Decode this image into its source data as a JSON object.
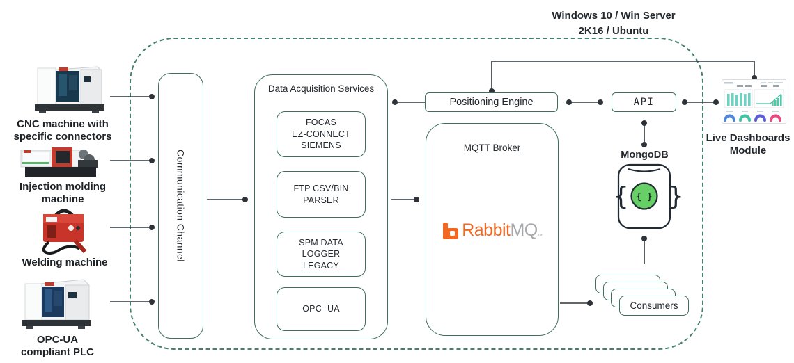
{
  "colors": {
    "accent": "#3e6f5b",
    "dash": "#44806a",
    "line": "#2d3338",
    "text": "#24292e",
    "rabbit_orange": "#f26822",
    "rabbit_gray": "#a7a9ac",
    "mongo_green": "#66d066",
    "bar_teal": "#6fd1c3"
  },
  "os_label": {
    "text": "Windows 10 / Win Server\n2K16 / Ubuntu"
  },
  "machines": [
    {
      "label": "CNC machine with\nspecific connectors"
    },
    {
      "label": "Injection molding\nmachine"
    },
    {
      "label": "Welding machine"
    },
    {
      "label": "OPC-UA\ncompliant PLC"
    }
  ],
  "communication_channel": {
    "label": "Communication Channel"
  },
  "data_acquisition": {
    "title": "Data Acquisition Services",
    "services": [
      "FOCAS\nEZ-CONNECT\nSIEMENS",
      "FTP CSV/BIN\nPARSER",
      "SPM DATA\nLOGGER\nLEGACY",
      "OPC- UA"
    ]
  },
  "positioning_engine": {
    "label": "Positioning Engine"
  },
  "mqtt_broker": {
    "label": "MQTT Broker",
    "logo": {
      "brand": "Rabbit",
      "suffix": "MQ",
      "tm": "™"
    }
  },
  "api": {
    "label": "API"
  },
  "mongodb": {
    "label": "MongoDB",
    "brace_left": "{",
    "brace_right": "}",
    "badge": "{ }"
  },
  "consumers": {
    "label": "Consumers"
  },
  "dashboards": {
    "label": "Live Dashboards\nModule"
  }
}
